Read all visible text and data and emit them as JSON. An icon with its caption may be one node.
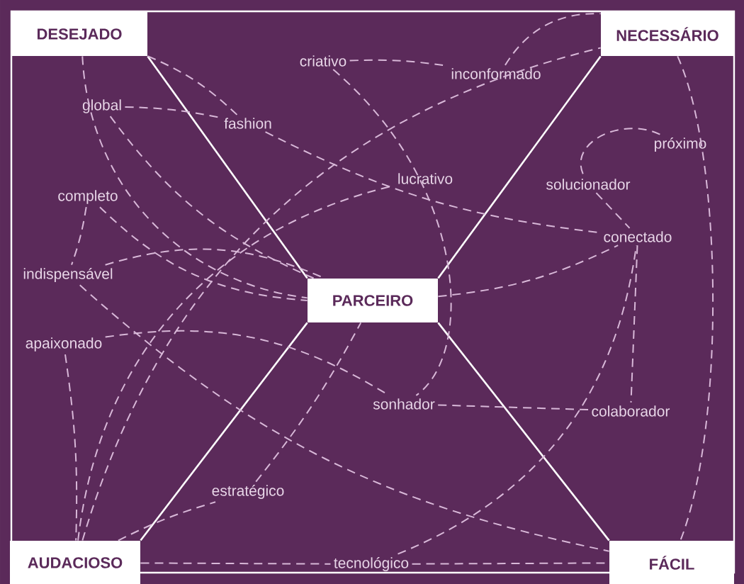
{
  "diagram": {
    "nodes": [
      {
        "text": [
          "DESEJADO"
        ]
      },
      {
        "text": [
          "NECESSÁRIO"
        ]
      },
      {
        "text": [
          "PARCEIRO"
        ]
      },
      {
        "text": [
          "AUDACIOSO"
        ]
      },
      {
        "text": [
          "FÁCIL"
        ]
      },
      {
        "text": [
          "criativo"
        ]
      },
      {
        "text": [
          "inconformado"
        ]
      },
      {
        "text": [
          "global"
        ]
      },
      {
        "text": [
          "fashion"
        ]
      },
      {
        "text": [
          "próximo"
        ]
      },
      {
        "text": [
          "lucrativo"
        ]
      },
      {
        "text": [
          "solucionador"
        ]
      },
      {
        "text": [
          "completo"
        ]
      },
      {
        "text": [
          "conectado"
        ]
      },
      {
        "text": [
          "indispensável"
        ]
      },
      {
        "text": [
          "apaixonado"
        ]
      },
      {
        "text": [
          "sonhador"
        ]
      },
      {
        "text": [
          "colaborador"
        ]
      },
      {
        "text": [
          "estratégico"
        ]
      },
      {
        "text": [
          "tecnológico"
        ]
      }
    ],
    "edges": [
      {
        "from": 0,
        "to": 2,
        "arrow": "none"
      },
      {
        "from": 1,
        "to": 2,
        "arrow": "none"
      },
      {
        "from": 3,
        "to": 2,
        "arrow": "none"
      },
      {
        "from": 4,
        "to": 2,
        "arrow": "none"
      },
      {
        "from": 0,
        "to": 8,
        "arrow": "none",
        "style": "dashed"
      },
      {
        "from": 7,
        "to": 8,
        "arrow": "none",
        "style": "dashed"
      },
      {
        "from": 7,
        "to": 2,
        "arrow": "none",
        "style": "dashed"
      },
      {
        "from": 8,
        "to": 13,
        "arrow": "none",
        "style": "dashed"
      },
      {
        "from": 0,
        "to": 2,
        "arrow": "none",
        "style": "dashed"
      },
      {
        "from": 12,
        "to": 2,
        "arrow": "none",
        "style": "dashed"
      },
      {
        "from": 12,
        "to": 14,
        "arrow": "none",
        "style": "dashed"
      },
      {
        "from": 14,
        "to": 2,
        "arrow": "none",
        "style": "dashed"
      },
      {
        "from": 14,
        "to": 4,
        "arrow": "none",
        "style": "dashed"
      },
      {
        "from": 15,
        "to": 3,
        "arrow": "none",
        "style": "dashed"
      },
      {
        "from": 15,
        "to": 16,
        "arrow": "none",
        "style": "dashed"
      },
      {
        "from": 16,
        "to": 17,
        "arrow": "none",
        "style": "dashed"
      },
      {
        "from": 5,
        "to": 16,
        "arrow": "none",
        "style": "dashed"
      },
      {
        "from": 5,
        "to": 6,
        "arrow": "none",
        "style": "dashed"
      },
      {
        "from": 6,
        "to": 1,
        "arrow": "none",
        "style": "dashed"
      },
      {
        "from": 3,
        "to": 10,
        "arrow": "none",
        "style": "dashed"
      },
      {
        "from": 3,
        "to": 1,
        "arrow": "none",
        "style": "dashed"
      },
      {
        "from": 3,
        "to": 18,
        "arrow": "none",
        "style": "dashed"
      },
      {
        "from": 18,
        "to": 2,
        "arrow": "none",
        "style": "dashed"
      },
      {
        "from": 3,
        "to": 19,
        "arrow": "none",
        "style": "dashed"
      },
      {
        "from": 19,
        "to": 4,
        "arrow": "none",
        "style": "dashed"
      },
      {
        "from": 19,
        "to": 13,
        "arrow": "none",
        "style": "dashed"
      },
      {
        "from": 2,
        "to": 13,
        "arrow": "none",
        "style": "dashed"
      },
      {
        "from": 11,
        "to": 13,
        "arrow": "none",
        "style": "dashed"
      },
      {
        "from": 9,
        "to": 11,
        "arrow": "none",
        "style": "dashed"
      },
      {
        "from": 13,
        "to": 17,
        "arrow": "none",
        "style": "dashed"
      },
      {
        "from": 1,
        "to": 4,
        "arrow": "none",
        "style": "dashed"
      }
    ]
  }
}
